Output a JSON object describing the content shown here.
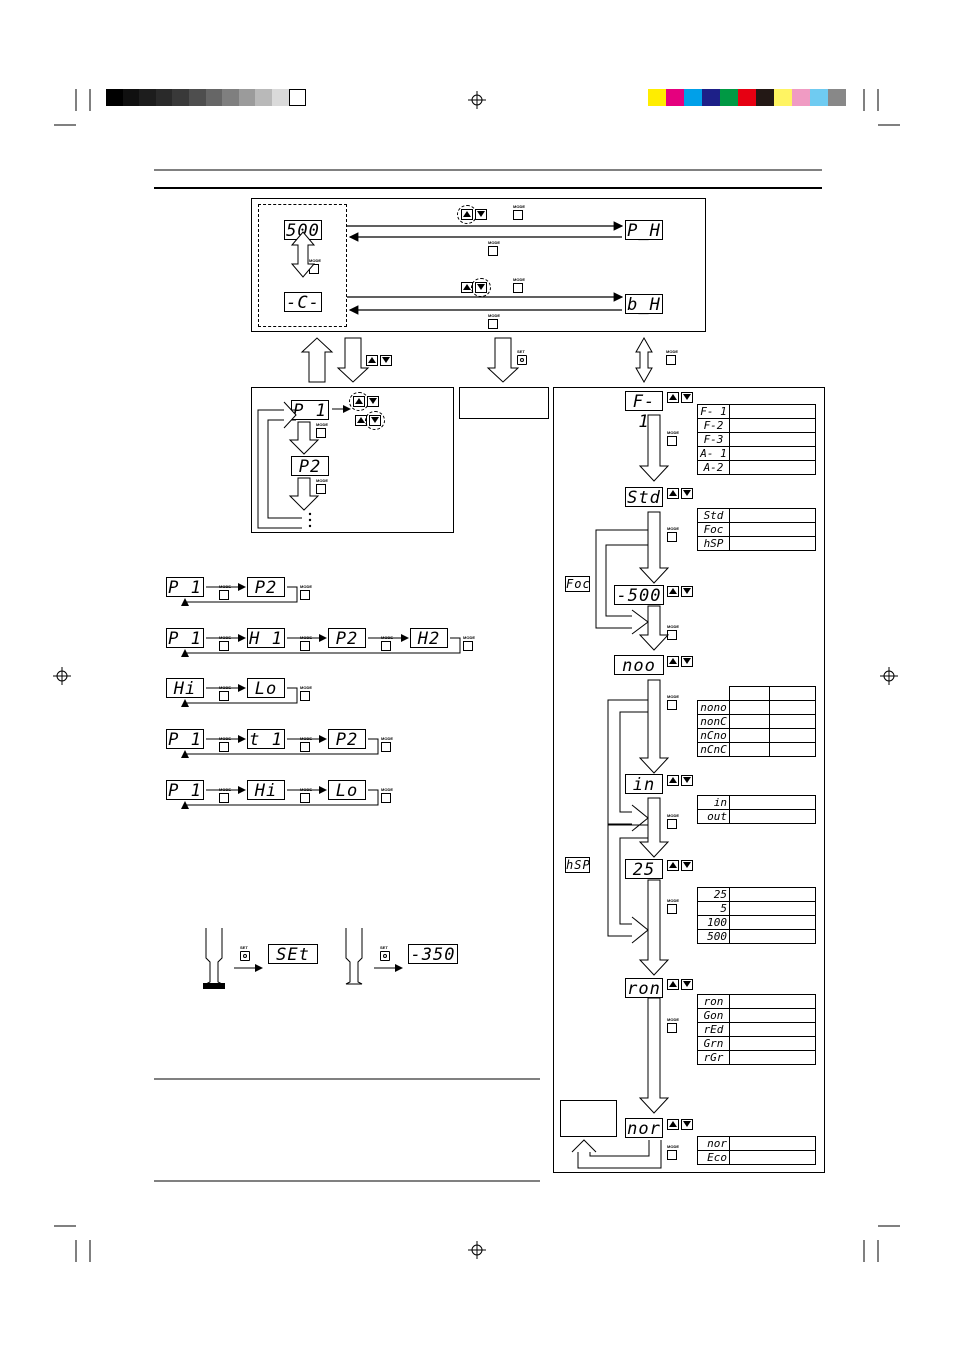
{
  "colors": {
    "gray_bar": [
      "#000000",
      "#101010",
      "#1d1d1d",
      "#2a2a2a",
      "#393939",
      "#4e4e4e",
      "#666666",
      "#7f7f7f",
      "#9b9b9b",
      "#b9b9b9",
      "#dadada",
      "#ffffff"
    ],
    "color_bar": [
      "#ffed00",
      "#e5007e",
      "#00a0e9",
      "#1d2088",
      "#009944",
      "#e60012",
      "#231815",
      "#fff462",
      "#f09bc3",
      "#6fcbf1",
      "#888888"
    ]
  },
  "icons": {
    "register": "crosshair-register-icon",
    "arrow_up": "up-button-icon",
    "arrow_down": "down-button-icon"
  },
  "buttons": {
    "mode": "MODE",
    "set": "SET"
  },
  "top_panel": {
    "left_display_1": "500",
    "left_display_2": "-C-",
    "right_display_1": "P_H",
    "right_display_2": "b_H"
  },
  "program_panel": {
    "display_1": "P 1",
    "display_2": "P2"
  },
  "sequences": [
    [
      "P 1",
      "P2"
    ],
    [
      "P 1",
      "H 1",
      "P2",
      "H2"
    ],
    [
      "Hi",
      "Lo"
    ],
    [
      "P 1",
      "t 1",
      "P2"
    ],
    [
      "P 1",
      "Hi",
      "Lo"
    ]
  ],
  "set_demo": {
    "display_1": "SEt",
    "display_2": "-350"
  },
  "flow": {
    "steps": [
      "F- 1",
      "Std",
      "-500",
      "noo",
      "in",
      "25",
      "ron",
      "nor"
    ],
    "side_labels": [
      "Foc",
      "hSP"
    ],
    "options": {
      "f": [
        "F- 1",
        "F-2",
        "F-3",
        "A- 1",
        "A-2"
      ],
      "std": [
        "Std",
        "Foc",
        "hSP"
      ],
      "noo": [
        "nono",
        "nonC",
        "nCno",
        "nCnC"
      ],
      "in": [
        "in",
        "out"
      ],
      "n25": [
        "25",
        "5",
        "100",
        "500"
      ],
      "ron": [
        "ron",
        "Gon",
        "rEd",
        "Grn",
        "rGr"
      ],
      "nor": [
        "nor",
        "Eco"
      ]
    }
  }
}
